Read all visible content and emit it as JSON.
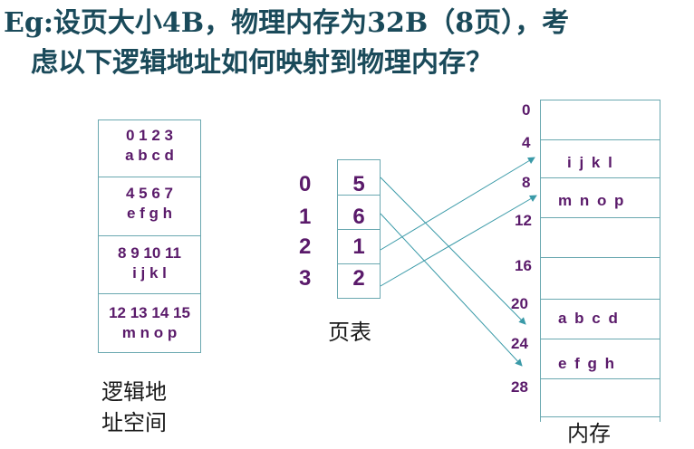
{
  "title": {
    "line1": "Eg:设页大小4B，物理内存为32B（8页），考",
    "line2": "虑以下逻辑地址如何映射到物理内存？"
  },
  "logical": {
    "caption_line1": "逻辑地",
    "caption_line2": "址空间",
    "pages": [
      {
        "nums": "0 1 2 3",
        "chars": "a b c d"
      },
      {
        "nums": "4 5 6 7",
        "chars": "e f g h"
      },
      {
        "nums": "8 9 10 11",
        "chars": "i  j  k  l"
      },
      {
        "nums": "12 13 14 15",
        "chars": "m  n   o  p"
      }
    ]
  },
  "page_table": {
    "caption": "页表",
    "rows": [
      {
        "index": "0",
        "frame": "5"
      },
      {
        "index": "1",
        "frame": "6"
      },
      {
        "index": "2",
        "frame": "1"
      },
      {
        "index": "3",
        "frame": "2"
      }
    ]
  },
  "memory": {
    "caption": "内存",
    "addresses": [
      "0",
      "4",
      "8",
      "12",
      "16",
      "20",
      "24",
      "28"
    ],
    "frames": [
      "",
      "i j k l",
      "m n o p",
      "",
      "",
      "a b c d",
      "e f g h",
      ""
    ]
  },
  "colors": {
    "title": "#1a4a5a",
    "purple": "#5a1a6a",
    "line": "#6aa8b0",
    "arrow": "#3a9aa8"
  }
}
